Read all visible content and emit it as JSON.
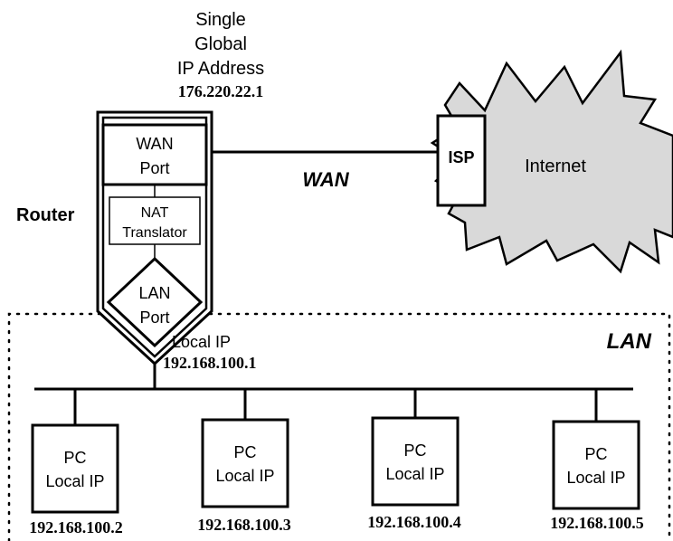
{
  "global_ip": {
    "line1": "Single",
    "line2": "Global",
    "line3": "IP Address",
    "address": "176.220.22.1"
  },
  "router": {
    "label": "Router",
    "wan_port_line1": "WAN",
    "wan_port_line2": "Port",
    "nat_line1": "NAT",
    "nat_line2": "Translator",
    "lan_port_line1": "LAN",
    "lan_port_line2": "Port",
    "local_ip_label": "Local IP",
    "local_ip": "192.168.100.1"
  },
  "wan": {
    "label": "WAN"
  },
  "isp": {
    "label": "ISP"
  },
  "internet": {
    "label": "Internet",
    "fill_color": "#d9d9d9"
  },
  "lan": {
    "label": "LAN"
  },
  "pcs": [
    {
      "title": "PC",
      "label": "Local IP",
      "ip": "192.168.100.2"
    },
    {
      "title": "PC",
      "label": "Local IP",
      "ip": "192.168.100.3"
    },
    {
      "title": "PC",
      "label": "Local IP",
      "ip": "192.168.100.4"
    },
    {
      "title": "PC",
      "label": "Local IP",
      "ip": "192.168.100.5"
    }
  ]
}
